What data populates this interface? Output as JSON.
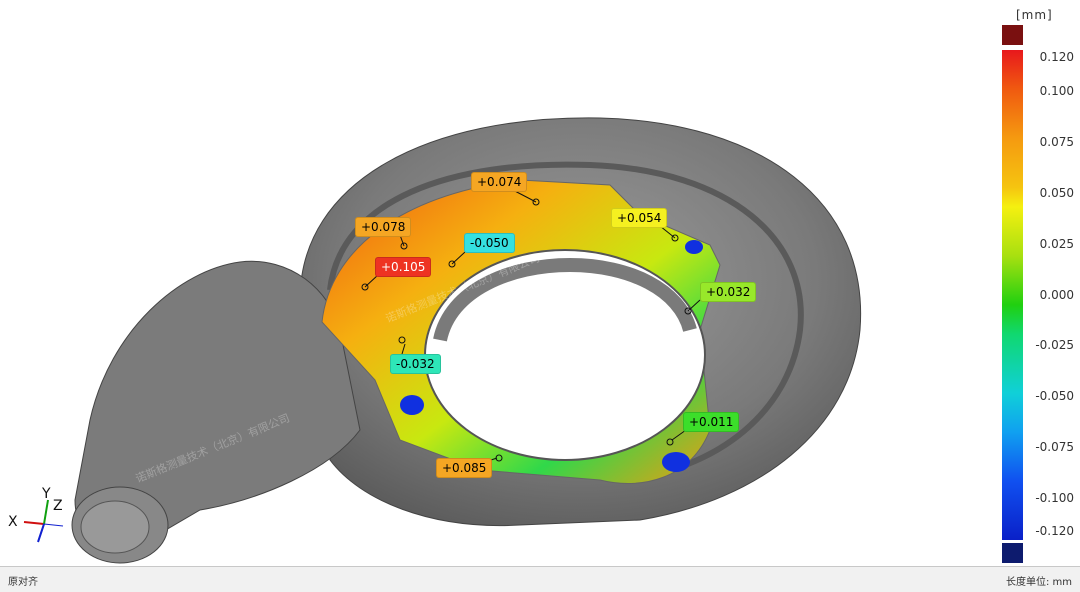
{
  "legend": {
    "unit": "[mm]",
    "ticks": [
      "0.120",
      "0.100",
      "0.075",
      "0.050",
      "0.025",
      "0.000",
      "-0.025",
      "-0.050",
      "-0.075",
      "-0.100",
      "-0.120"
    ],
    "top_cap_color": "#7a1010",
    "bottom_cap_color": "#0d1b6e"
  },
  "annotations": [
    {
      "text": "+0.074",
      "color": "#f5a623"
    },
    {
      "text": "+0.078",
      "color": "#f5a623"
    },
    {
      "text": "-0.050",
      "color": "#35e0e0"
    },
    {
      "text": "+0.054",
      "color": "#f5f020"
    },
    {
      "text": "+0.105",
      "color": "#ee3322"
    },
    {
      "text": "+0.032",
      "color": "#98e82a"
    },
    {
      "text": "-0.032",
      "color": "#2ee6b8"
    },
    {
      "text": "+0.011",
      "color": "#3cde2a"
    },
    {
      "text": "+0.085",
      "color": "#f5a623"
    }
  ],
  "axis": {
    "x": "X",
    "y": "Y",
    "z": "Z"
  },
  "watermark": "诺斯格测量技术（北京）有限公司",
  "status": {
    "left": "原对齐",
    "right": "长度单位: mm"
  }
}
